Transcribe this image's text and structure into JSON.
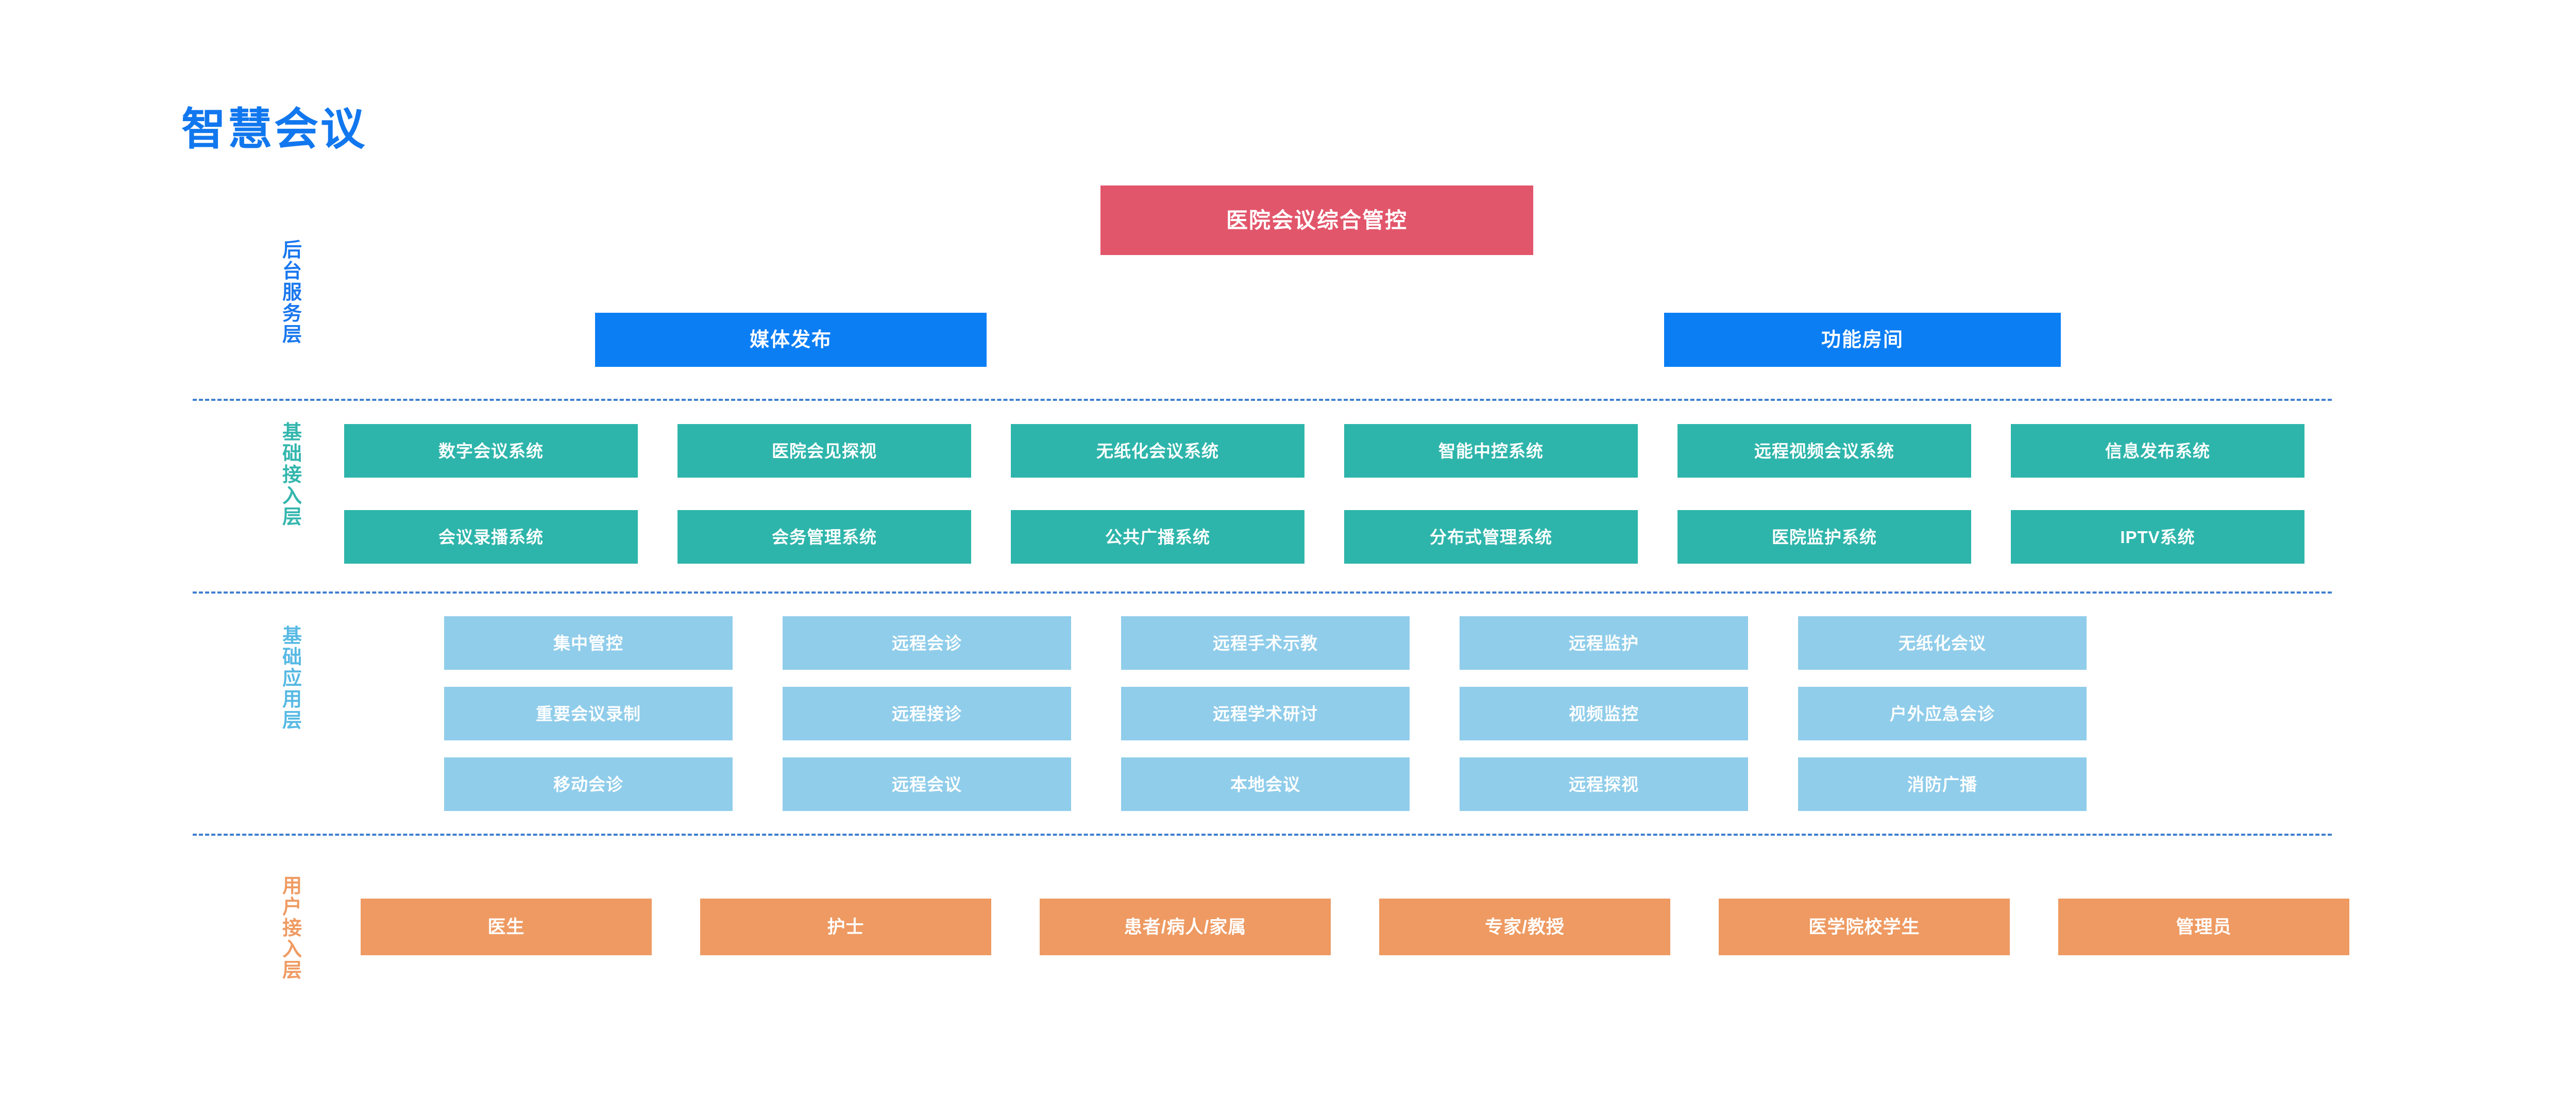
{
  "title": "智慧会议",
  "theme": {
    "title_color": "#1177ee",
    "red": "#e2566b",
    "blue": "#0b7ef4",
    "teal": "#2eb5ab",
    "light_blue": "#90cdea",
    "orange": "#ee9a62",
    "divider_color": "#3f7fd0",
    "background": "#ffffff"
  },
  "layers": [
    {
      "id": "backend",
      "label": "后台服务层",
      "color": "#1877ee"
    },
    {
      "id": "access",
      "label": "基础接入层",
      "color": "#33b6ad"
    },
    {
      "id": "app",
      "label": "基础应用层",
      "color": "#57b9e4"
    },
    {
      "id": "user",
      "label": "用户接入层",
      "color": "#ef9b62"
    }
  ],
  "backend_layer": {
    "root": "医院会议综合管控",
    "nodes": [
      "媒体发布",
      "功能房间"
    ]
  },
  "access_layer": {
    "row1": [
      "数字会议系统",
      "医院会见探视",
      "无纸化会议系统",
      "智能中控系统",
      "远程视频会议系统",
      "信息发布系统"
    ],
    "row2": [
      "会议录播系统",
      "会务管理系统",
      "公共广播系统",
      "分布式管理系统",
      "医院监护系统",
      "IPTV系统"
    ]
  },
  "application_layer": {
    "row1": [
      "集中管控",
      "远程会诊",
      "远程手术示教",
      "远程监护",
      "无纸化会议"
    ],
    "row2": [
      "重要会议录制",
      "远程接诊",
      "远程学术研讨",
      "视频监控",
      "户外应急会诊"
    ],
    "row3": [
      "移动会诊",
      "远程会议",
      "本地会议",
      "远程探视",
      "消防广播"
    ]
  },
  "user_layer": {
    "roles": [
      "医生",
      "护士",
      "患者/病人/家属",
      "专家/教授",
      "医学院校学生",
      "管理员"
    ]
  }
}
